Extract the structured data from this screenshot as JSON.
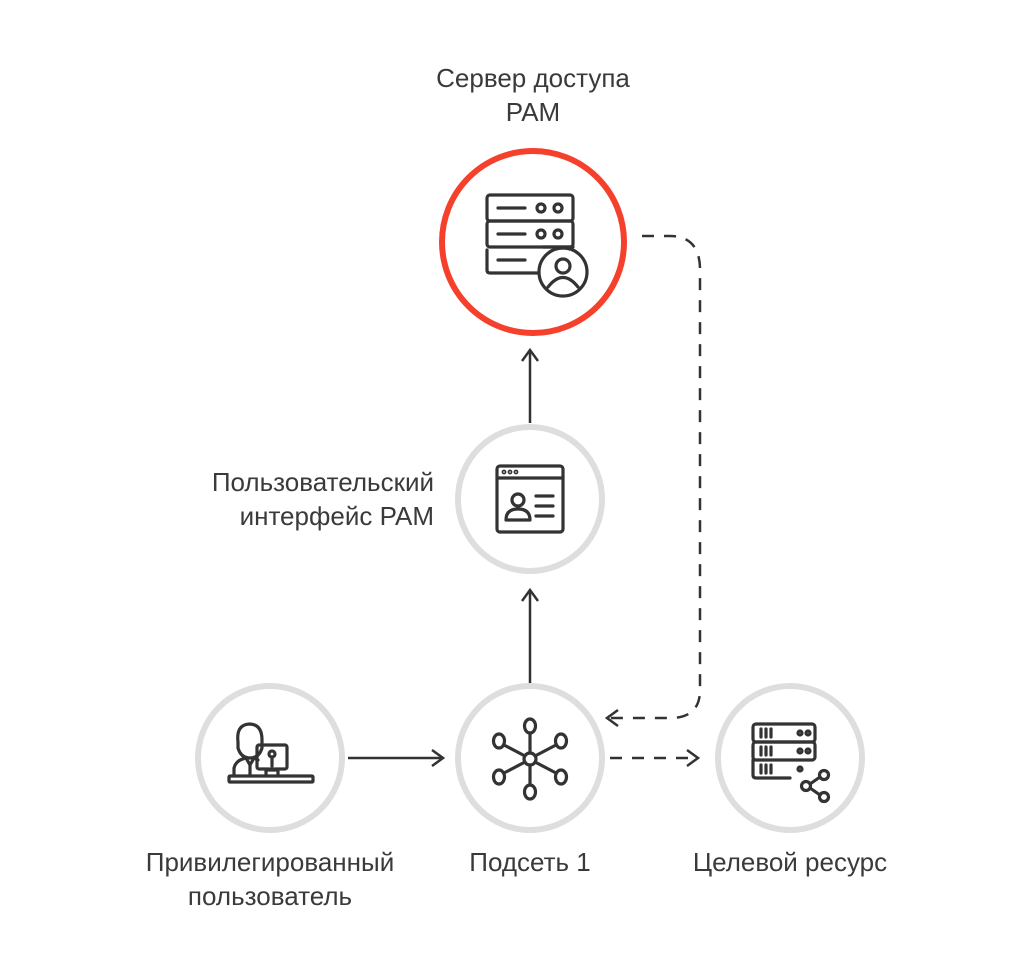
{
  "nodes": {
    "pam_server": {
      "line1": "Сервер доступа",
      "line2": "PAM",
      "icon": "server-user-icon"
    },
    "pam_ui": {
      "line1": "Пользовательский",
      "line2": "интерфейс PAM",
      "icon": "browser-profile-icon"
    },
    "priv_user": {
      "line1": "Привилегированный",
      "line2": "пользователь",
      "icon": "user-computer-icon"
    },
    "subnet": {
      "label": "Подсеть 1",
      "icon": "network-hub-icon"
    },
    "target": {
      "label": "Целевой ресурс",
      "icon": "server-share-icon"
    }
  },
  "colors": {
    "highlight": "#f5402c",
    "ring": "#dedede",
    "line": "#333333"
  }
}
